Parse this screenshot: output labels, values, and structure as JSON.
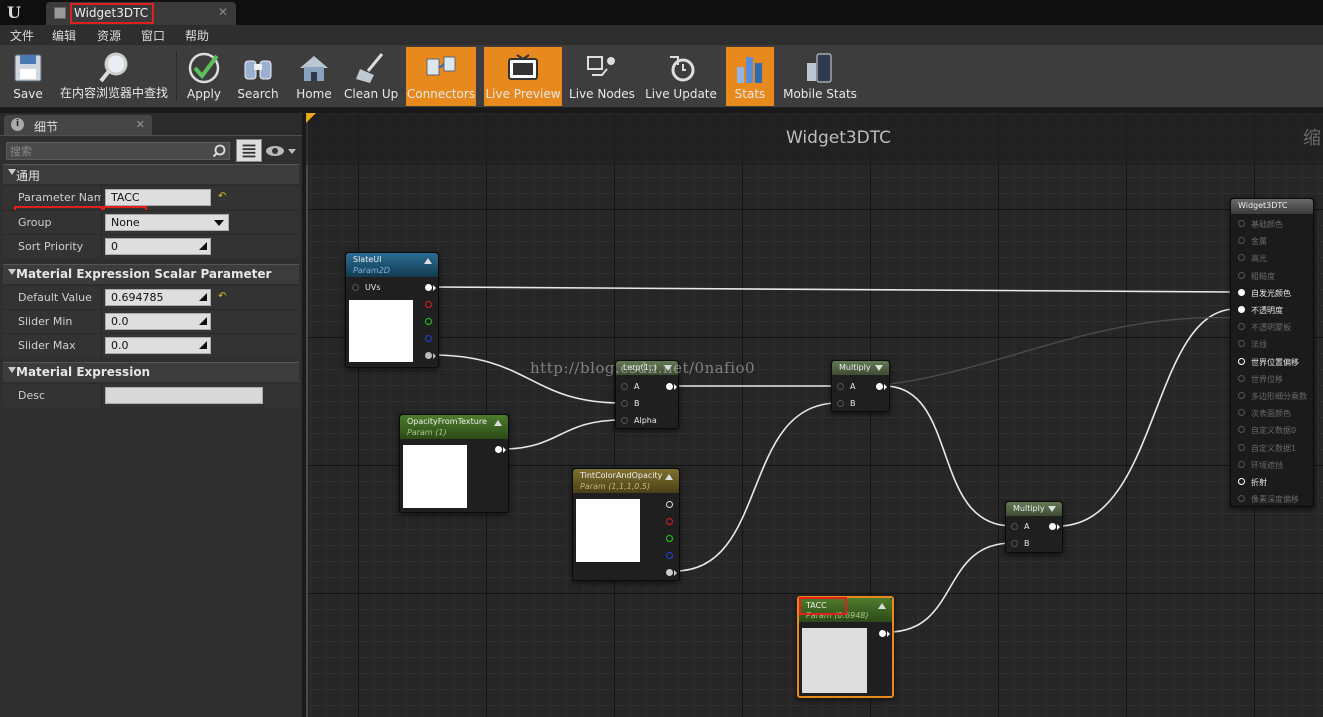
{
  "window": {
    "tab_title": "Widget3DTC"
  },
  "menu": [
    "文件",
    "编辑",
    "资源",
    "窗口",
    "帮助"
  ],
  "toolbar": [
    {
      "label": "Save",
      "icon": "floppy-disk-icon",
      "active": false
    },
    {
      "label": "在内容浏览器中查找",
      "icon": "magnifier-icon",
      "active": false
    },
    {
      "label": "Apply",
      "icon": "checkmark-icon",
      "active": false
    },
    {
      "label": "Search",
      "icon": "binoculars-icon",
      "active": false
    },
    {
      "label": "Home",
      "icon": "house-icon",
      "active": false
    },
    {
      "label": "Clean Up",
      "icon": "broom-icon",
      "active": false
    },
    {
      "label": "Connectors",
      "icon": "connectors-icon",
      "active": true
    },
    {
      "label": "Live Preview",
      "icon": "tv-icon",
      "active": true
    },
    {
      "label": "Live Nodes",
      "icon": "live-nodes-icon",
      "active": false
    },
    {
      "label": "Live Update",
      "icon": "refresh-icon",
      "active": false
    },
    {
      "label": "Stats",
      "icon": "bar-chart-icon",
      "active": true
    },
    {
      "label": "Mobile Stats",
      "icon": "mobile-icon",
      "active": false
    }
  ],
  "details": {
    "tab_label": "细节",
    "search_placeholder": "搜索",
    "sections": {
      "general": "通用",
      "scalar": "Material Expression Scalar Parameter",
      "expression": "Material Expression"
    },
    "props": {
      "parameter_name": {
        "label": "Parameter Name",
        "value": "TACC"
      },
      "group": {
        "label": "Group",
        "value": "None"
      },
      "sort_priority": {
        "label": "Sort Priority",
        "value": "0"
      },
      "default_value": {
        "label": "Default Value",
        "value": "0.694785"
      },
      "slider_min": {
        "label": "Slider Min",
        "value": "0.0"
      },
      "slider_max": {
        "label": "Slider Max",
        "value": "0.0"
      },
      "desc": {
        "label": "Desc",
        "value": ""
      }
    }
  },
  "graph": {
    "title": "Widget3DTC",
    "zoom_label": "缩",
    "watermark": "http://blog.csdn.net/0nafio0",
    "nodes": {
      "slateui": {
        "title": "SlateUI",
        "sub": "Param2D",
        "pin": "UVs"
      },
      "opacity": {
        "title": "OpacityFromTexture",
        "sub": "Param (1)"
      },
      "lerp": {
        "title": "Lerp(1,,)",
        "pins": [
          "A",
          "B",
          "Alpha"
        ]
      },
      "tint": {
        "title": "TintColorAndOpacity",
        "sub": "Param (1,1,1,0.5)"
      },
      "multiply1": {
        "title": "Multiply",
        "pins": [
          "A",
          "B"
        ]
      },
      "multiply2": {
        "title": "Multiply",
        "pins": [
          "A",
          "B"
        ]
      },
      "tacc": {
        "title": "TACC",
        "sub": "Param (0.6948)"
      },
      "result": {
        "title": "Widget3DTC",
        "pins": [
          {
            "label": "基础颜色",
            "active": false
          },
          {
            "label": "金属",
            "active": false
          },
          {
            "label": "高光",
            "active": false
          },
          {
            "label": "粗糙度",
            "active": false
          },
          {
            "label": "自发光颜色",
            "active": true
          },
          {
            "label": "不透明度",
            "active": true
          },
          {
            "label": "不透明蒙板",
            "active": false
          },
          {
            "label": "法线",
            "active": false
          },
          {
            "label": "世界位置偏移",
            "active": true
          },
          {
            "label": "世界位移",
            "active": false
          },
          {
            "label": "多边形细分乘数",
            "active": false
          },
          {
            "label": "次表面颜色",
            "active": false
          },
          {
            "label": "自定义数据0",
            "active": false
          },
          {
            "label": "自定义数据1",
            "active": false
          },
          {
            "label": "环境遮挡",
            "active": false
          },
          {
            "label": "折射",
            "active": true
          },
          {
            "label": "像素深度偏移",
            "active": false
          }
        ]
      }
    }
  },
  "colors": {
    "accent": "#e8891d",
    "highlight_box": "#e0201c",
    "slateui_header": "#1f5a7a",
    "param_header": "#4e7a2e",
    "tint_header": "#7a6a2a",
    "math_header": "#5a6a4a"
  }
}
